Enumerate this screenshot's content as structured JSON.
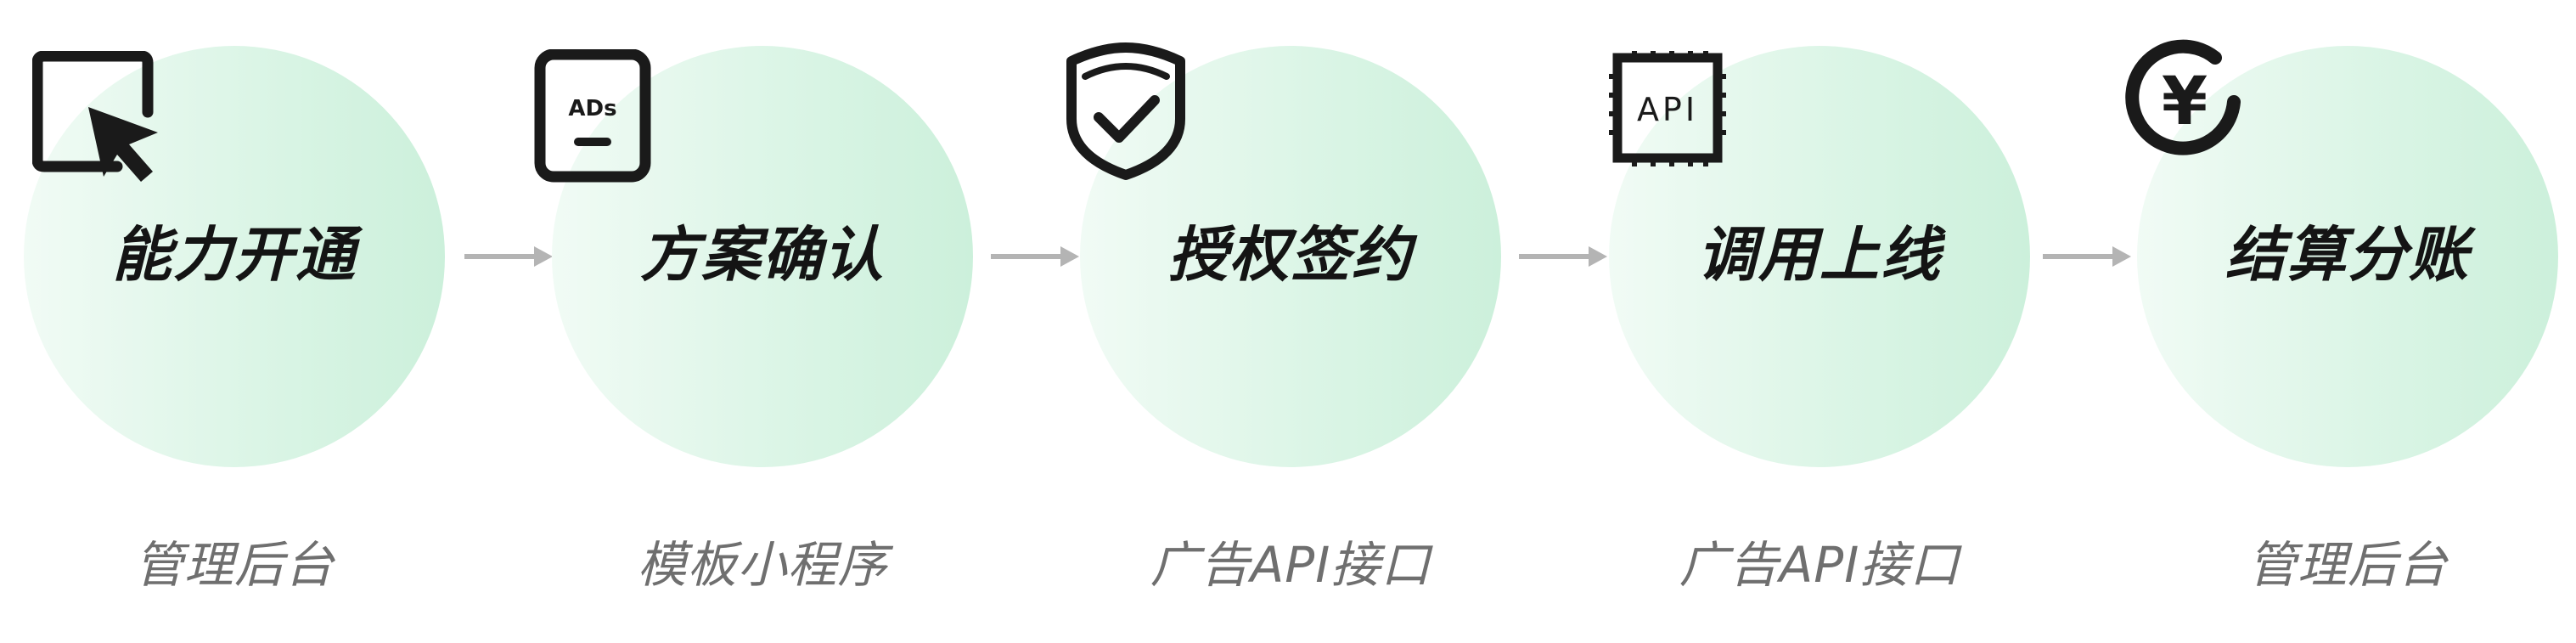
{
  "steps": [
    {
      "title": "能力开通",
      "caption": "管理后台",
      "icon": "cursor-click-icon"
    },
    {
      "title": "方案确认",
      "caption": "模板小程序",
      "icon": "ads-tablet-icon",
      "icon_text": "ADs"
    },
    {
      "title": "授权签约",
      "caption": "广告API接口",
      "icon": "shield-check-icon"
    },
    {
      "title": "调用上线",
      "caption": "广告API接口",
      "icon": "api-chip-icon",
      "icon_text": "API"
    },
    {
      "title": "结算分账",
      "caption": "管理后台",
      "icon": "yuan-coin-icon",
      "icon_text": "¥"
    }
  ],
  "colors": {
    "circle_light": "#f1fbf5",
    "circle_dark": "#ccf0db",
    "title": "#141414",
    "caption": "#6f6f6f",
    "arrow": "#b4b4b4",
    "icon": "#1a1a1a"
  }
}
